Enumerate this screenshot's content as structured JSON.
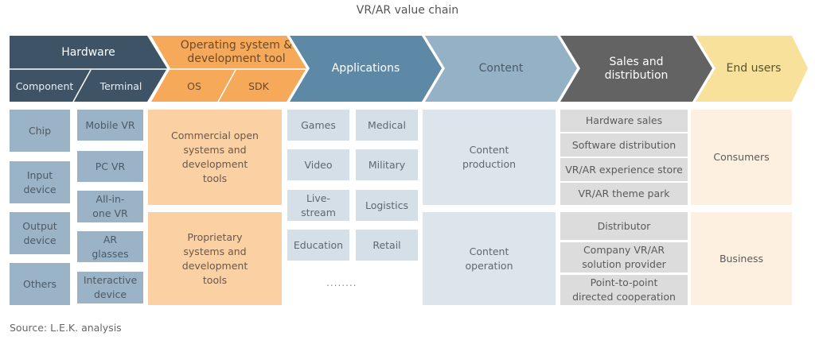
{
  "title": "VR/AR value chain",
  "colors": {
    "hardware": "#3e5466",
    "os_tool": "#f7a95a",
    "applications": "#5d88a6",
    "content": "#95b1c6",
    "sales": "#636363",
    "end_users": "#f8e29b"
  },
  "stages": [
    {
      "label": "Hardware",
      "sub": [
        "Component",
        "Terminal"
      ]
    },
    {
      "label": "Operating system & development tool",
      "sub": [
        "OS",
        "SDK"
      ]
    },
    {
      "label": "Applications"
    },
    {
      "label": "Content"
    },
    {
      "label": "Sales and distribution"
    },
    {
      "label": "End users"
    }
  ],
  "hardware": {
    "component": [
      "Chip",
      "Input device",
      "Output device",
      "Others"
    ],
    "terminal": [
      "Mobile VR",
      "PC VR",
      "All-in-one VR",
      "AR glasses",
      "Interactive device"
    ]
  },
  "os_tool": [
    "Commercial open systems and development tools",
    "Proprietary systems and development tools"
  ],
  "applications": {
    "items": [
      "Games",
      "Medical",
      "Video",
      "Military",
      "Live-stream",
      "Logistics",
      "Education",
      "Retail"
    ],
    "more": "........"
  },
  "content": [
    "Content production",
    "Content operation"
  ],
  "sales": {
    "consumer": [
      "Hardware sales",
      "Software distribution",
      "VR/AR experience store",
      "VR/AR theme park"
    ],
    "business": [
      "Distributor",
      "Company VR/AR solution provider",
      "Point-to-point directed cooperation"
    ]
  },
  "end_users": [
    "Consumers",
    "Business"
  ],
  "source": "Source: L.E.K. analysis"
}
